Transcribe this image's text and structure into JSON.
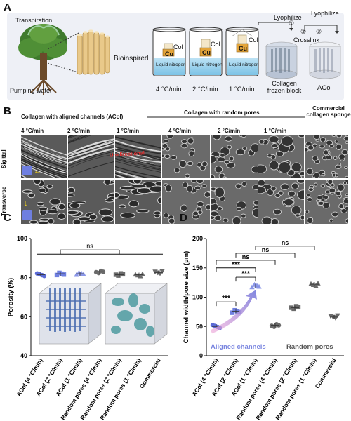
{
  "panelA": {
    "letter": "A",
    "tree_top_label": "Transpiration",
    "tree_bottom_label": "Pumping water",
    "bioinspired": "Bioinspired",
    "jars": [
      {
        "top": "Col",
        "bottom": "Cu",
        "liquid": "Liquid nitrogen",
        "rate": "4 °C/min"
      },
      {
        "top": "Col",
        "bottom": "Cu",
        "liquid": "Liquid nitrogen",
        "rate": "2 °C/min"
      },
      {
        "top": "Col",
        "bottom": "Cu",
        "liquid": "Liquid nitrogen",
        "rate": "1 °C/min"
      }
    ],
    "lyophilize_1": "Lyophilize",
    "lyophilize_2": "Lyophilize",
    "crosslink": "Crosslink",
    "steps": [
      "①",
      "②",
      "③"
    ],
    "frozen_block": "Collagen\nfrozen block",
    "frozen_block_l1": "Collagen",
    "frozen_block_l2": "frozen block",
    "acol": "ACol"
  },
  "panelB": {
    "letter": "B",
    "group_aligned": "Collagen with aligned channels (ACol)",
    "group_random": "Collagen with random pores",
    "group_commercial_l1": "Commercial",
    "group_commercial_l2": "collagen sponge",
    "rates": [
      "4 °C/min",
      "2 °C/min",
      "1 °C/min",
      "4 °C/min",
      "2 °C/min",
      "1 °C/min"
    ],
    "row_labels": [
      "Sigittal",
      "Transverse"
    ],
    "inset_text": "Unidirectional"
  },
  "panelC": {
    "letter": "C",
    "ns": "ns",
    "chart_data": {
      "type": "scatter",
      "ylabel": "Porosity (%)",
      "ylim": [
        40,
        100
      ],
      "yticks": [
        40,
        60,
        80,
        100
      ],
      "categories": [
        "ACol (4 °C/min)",
        "ACol (2 °C/min)",
        "ACol (1 °C/min)",
        "Random pores (4 °C/min)",
        "Random pores (2 °C/min)",
        "Random pores (1 °C/min)",
        "Commercial"
      ],
      "series": [
        {
          "values": [
            81.5,
            82.0,
            82.0,
            83.0,
            81.5,
            81.5,
            82.5
          ]
        }
      ]
    }
  },
  "panelD": {
    "letter": "D",
    "sig": [
      "***",
      "***",
      "***",
      "ns",
      "ns",
      "ns"
    ],
    "aligned_label": "Aligned channels",
    "random_label": "Random pores",
    "chart_data": {
      "type": "scatter",
      "ylabel": "Channel width/pore size (µm)",
      "ylim": [
        0,
        200
      ],
      "yticks": [
        0,
        50,
        100,
        150,
        200
      ],
      "categories": [
        "ACol (4 °C/min)",
        "ACol (2 °C/min)",
        "ACol (1 °C/min)",
        "Random pores (4 °C/min)",
        "Random pores (2 °C/min)",
        "Random pores (1 °C/min)",
        "Commercial"
      ],
      "series": [
        {
          "values": [
            50,
            76,
            119,
            52,
            82,
            122,
            66
          ]
        }
      ]
    }
  },
  "colors": {
    "acol4": "#5b6bd6",
    "acol2": "#6f7fe0",
    "acol1": "#8a96e8",
    "random": "#6b6b6b",
    "aligned_text": "#7a86e0",
    "random_text": "#555555",
    "arrow_grad_a": "#f0a3d6",
    "arrow_grad_b": "#7f86e0"
  }
}
